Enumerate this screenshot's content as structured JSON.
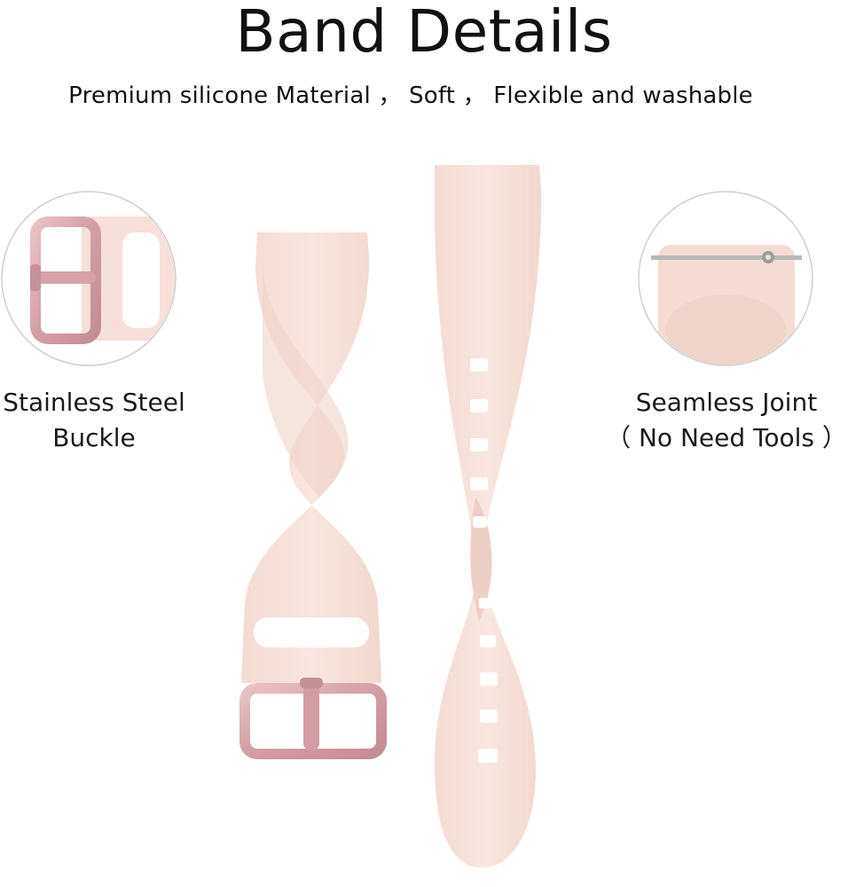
{
  "header": {
    "title": "Band Details",
    "subtitle": "Premium silicone Material ， Soft ， Flexible and washable"
  },
  "features": {
    "buckle": {
      "line1": "Stainless Steel",
      "line2": "Buckle",
      "icon": "buckle-closeup-icon"
    },
    "joint": {
      "line1": "Seamless Joint",
      "line2": "（ No Need Tools ）",
      "icon": "quick-release-pin-icon"
    }
  },
  "colors": {
    "band": "#f6e0d9",
    "band_shade": "#ecd0c8",
    "buckle_metal": "#d9a8ae",
    "buckle_dark": "#b98089",
    "circle_border": "#cfcfcf"
  }
}
